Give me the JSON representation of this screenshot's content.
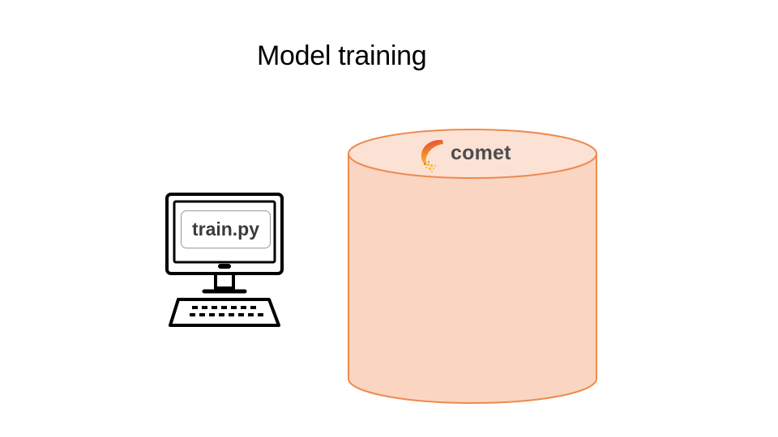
{
  "slide": {
    "title": "Model training"
  },
  "computer": {
    "icon": "desktop-computer-icon",
    "script_name": "train.py"
  },
  "store": {
    "icon": "database-cylinder-icon",
    "brand_name": "comet",
    "brand_icon": "comet-logo-icon",
    "fill_color": "#fad5c2",
    "stroke_color": "#ee8a4e"
  },
  "colors": {
    "background": "#ffffff",
    "title": "#000000",
    "brand_red": "#e2373d",
    "brand_orange": "#f28c28",
    "brand_yellow": "#f7c234"
  }
}
